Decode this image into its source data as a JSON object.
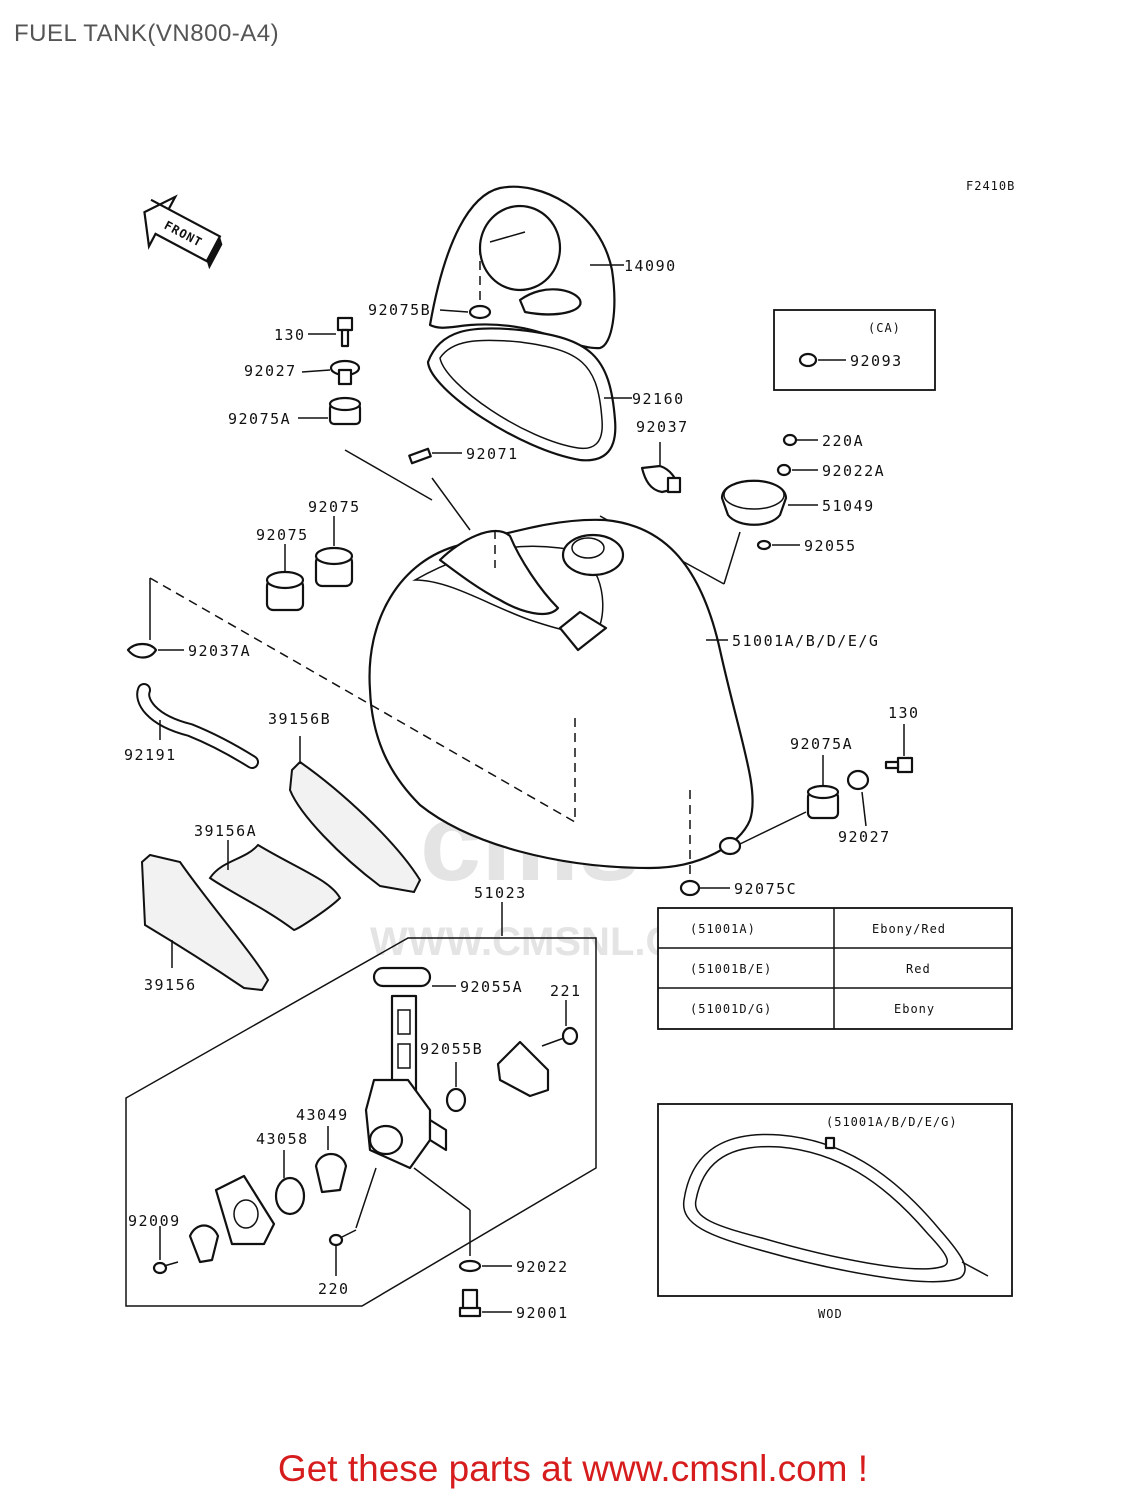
{
  "title": "FUEL TANK(VN800-A4)",
  "diagram_code": "F2410B",
  "front_arrow": "FRONT",
  "watermark": {
    "logo": "cms",
    "url": "WWW.CMSNL.COM"
  },
  "parts": {
    "p14090": "14090",
    "p92075B": "92075B",
    "p130_top": "130",
    "p92027_top": "92027",
    "p92075A_top": "92075A",
    "p92160": "92160",
    "p92037": "92037",
    "p92071": "92071",
    "p220A": "220A",
    "p92022A": "92022A",
    "p51049": "51049",
    "p92055": "92055",
    "p92075_a": "92075",
    "p92075_b": "92075",
    "p92037A": "92037A",
    "p51001": "51001A/B/D/E/G",
    "p92191": "92191",
    "p39156B": "39156B",
    "p130_right": "130",
    "p92075A_right": "92075A",
    "p92027_right": "92027",
    "p39156A": "39156A",
    "p92075C": "92075C",
    "p51023": "51023",
    "p39156": "39156",
    "p92055A": "92055A",
    "p221": "221",
    "p92055B": "92055B",
    "p43049": "43049",
    "p43058": "43058",
    "p92009": "92009",
    "p220": "220",
    "p92022": "92022",
    "p92001": "92001"
  },
  "ca_box": {
    "label": "(CA)",
    "part": "92093"
  },
  "color_table": [
    {
      "code": "(51001A)",
      "color": "Ebony/Red"
    },
    {
      "code": "(51001B/E)",
      "color": "Red"
    },
    {
      "code": "(51001D/G)",
      "color": "Ebony"
    }
  ],
  "wod_box": {
    "label": "(51001A/B/D/E/G)",
    "caption": "WOD"
  },
  "promo": "Get these parts at www.cmsnl.com !",
  "colors": {
    "promo": "#d61c1c",
    "line": "#111111",
    "watermark": "#e2e2e2"
  }
}
